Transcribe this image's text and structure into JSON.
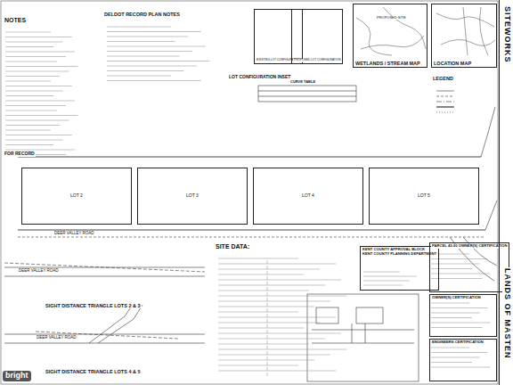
{
  "diagram": {
    "nodes": [
      {
        "text": [
          "NOTES"
        ]
      },
      {
        "text": [
          "DELDOT RECORD PLAN NOTES"
        ]
      },
      {
        "text": [
          "LOT CONFIGURATION INSET"
        ]
      },
      {
        "text": [
          "EXISTING LOT CONFIGURATION"
        ],
        "in": 2
      },
      {
        "text": [
          "PROPOSED LOT CONFIGURATION"
        ],
        "in": 2
      },
      {
        "text": [
          "WETLANDS / STREAM MAP"
        ]
      },
      {
        "text": [
          "LOCATION MAP"
        ]
      },
      {
        "text": [
          "LEGEND"
        ]
      },
      {
        "text": [
          "LOT 2"
        ]
      },
      {
        "text": [
          "LOT 3"
        ]
      },
      {
        "text": [
          "LOT 4"
        ]
      },
      {
        "text": [
          "LOT 5"
        ]
      },
      {
        "text": [
          "SITE DATA:"
        ]
      },
      {
        "text": [
          "KENT COUNTY APPROVAL BLOCK",
          "KENT COUNTY PLANNING DEPARTMENT"
        ]
      },
      {
        "text": [
          "PARCEL 43.00 OWNER(S) CERTIFICATION"
        ]
      },
      {
        "text": [
          "OWNER(S) CERTIFICATION"
        ]
      },
      {
        "text": [
          "ENGINEERS CERTIFICATION"
        ]
      },
      {
        "text": [
          "SITEWORKS",
          "LANDS OF MASTEN"
        ]
      }
    ],
    "labels": [
      "FOR RECORD",
      "DEER VALLEY ROAD",
      "DEER VALLEY ROAD",
      "DEER VALLEY ROAD",
      "SIGHT DISTANCE TRIANGLE LOTS 2 & 3",
      "SIGHT DISTANCE TRIANGLE LOTS 4 & 5",
      "CURVE TABLE",
      "PROPOSED SITE",
      "bright"
    ]
  }
}
